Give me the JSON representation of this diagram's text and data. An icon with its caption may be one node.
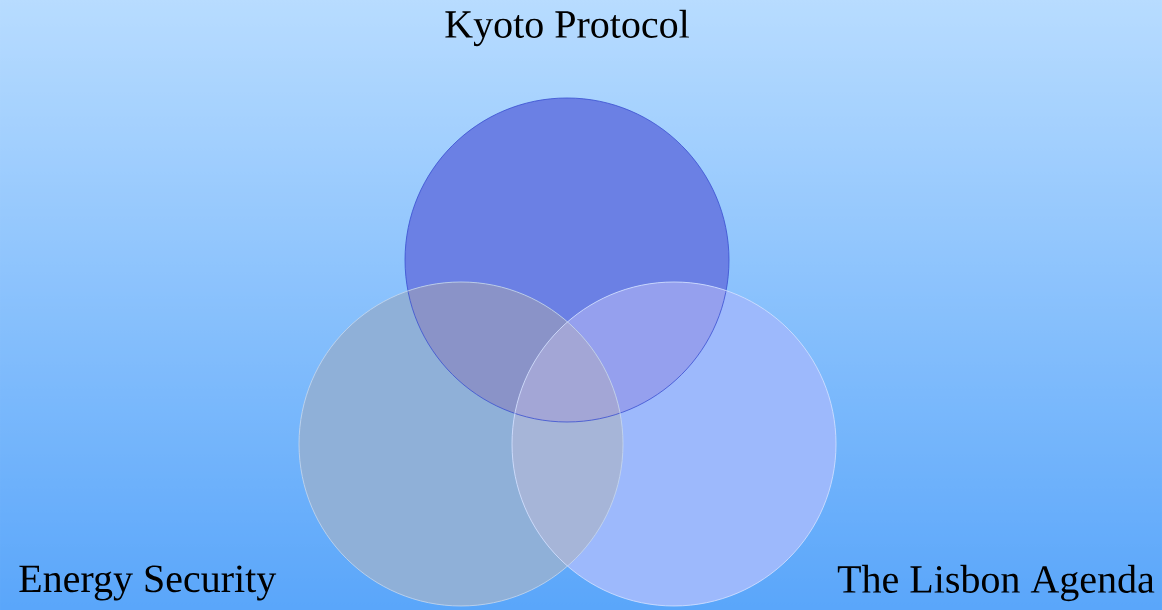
{
  "diagram": {
    "nodes": [
      {
        "text": [
          "Kyoto Protocol"
        ]
      },
      {
        "text": [
          "Energy Security"
        ]
      },
      {
        "text": [
          "The Lisbon Agenda"
        ]
      }
    ]
  }
}
